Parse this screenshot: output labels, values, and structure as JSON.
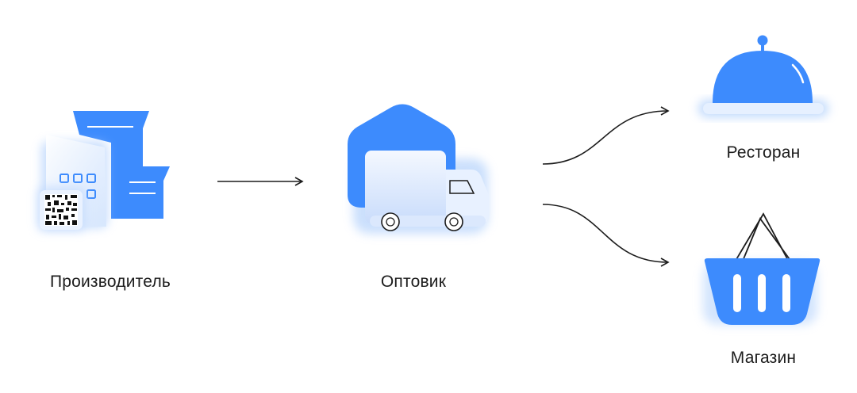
{
  "colors": {
    "primary": "#3d8bfd",
    "primary_light": "#bcd7fd",
    "ink": "#1c1c1c"
  },
  "nodes": {
    "manufacturer": {
      "label": "Производитель",
      "icon": "factory-barcode-icon"
    },
    "wholesaler": {
      "label": "Оптовик",
      "icon": "warehouse-truck-icon"
    },
    "restaurant": {
      "label": "Ресторан",
      "icon": "cloche-icon"
    },
    "store": {
      "label": "Магазин",
      "icon": "shopping-basket-icon"
    }
  },
  "edges": [
    {
      "from": "manufacturer",
      "to": "wholesaler"
    },
    {
      "from": "wholesaler",
      "to": "restaurant"
    },
    {
      "from": "wholesaler",
      "to": "store"
    }
  ]
}
